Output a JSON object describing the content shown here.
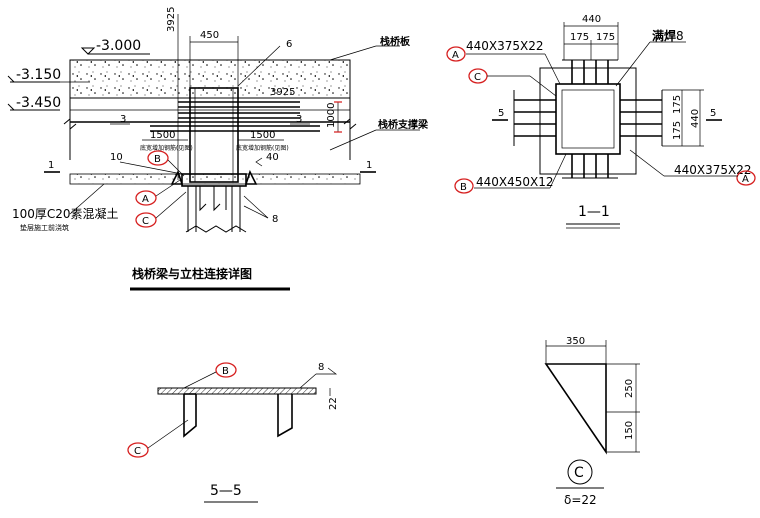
{
  "main_detail": {
    "title": "栈桥梁与立柱连接详图",
    "elev_top": "-3.000",
    "elev_1": "-3.150",
    "elev_2": "-3.450",
    "dim_top_450": "450",
    "dim_side_3925": "3925",
    "dim_3925b": "3925",
    "mark_6": "6",
    "label_deck": "栈桥板",
    "label_beam": "栈桥支撑梁",
    "dim_1500_left": "1500",
    "dim_1500_right": "1500",
    "dim_1000": "1000",
    "mark_10": "10",
    "mark_40": "40",
    "mark_8": "8",
    "mark_3_left": "3",
    "mark_3_right": "3",
    "mark_1_left": "1",
    "mark_1_right": "1",
    "note_small_left": "底宽增加钢筋(见图)",
    "note_small_right": "底宽增加钢筋(见图)",
    "cushion_label": "100厚C20素混凝土",
    "cushion_sub": "垫层施工前浇筑",
    "tag_a": "A",
    "tag_b": "B",
    "tag_c": "C"
  },
  "section_1_1": {
    "title": "1—1",
    "dim_440_top": "440",
    "dim_175_a": "175",
    "dim_175_b": "175",
    "dim_440_right": "440",
    "dim_175_c": "175",
    "dim_175_d": "175",
    "plate_a_top": "440X375X22",
    "plate_b": "440X450X12",
    "plate_a_bottom": "440X375X22",
    "weld_label": "满焊",
    "weld_size": "8",
    "mark_5_left": "5",
    "mark_5_right": "5",
    "tag_a": "A",
    "tag_c": "C",
    "tag_b": "B"
  },
  "section_5_5": {
    "title": "5—5",
    "dim_8": "8",
    "dim_22": "22",
    "tag_b": "B",
    "tag_c": "C"
  },
  "plate_c": {
    "dim_350": "350",
    "dim_250": "250",
    "dim_150": "150",
    "tag": "C",
    "thickness": "δ=22"
  }
}
